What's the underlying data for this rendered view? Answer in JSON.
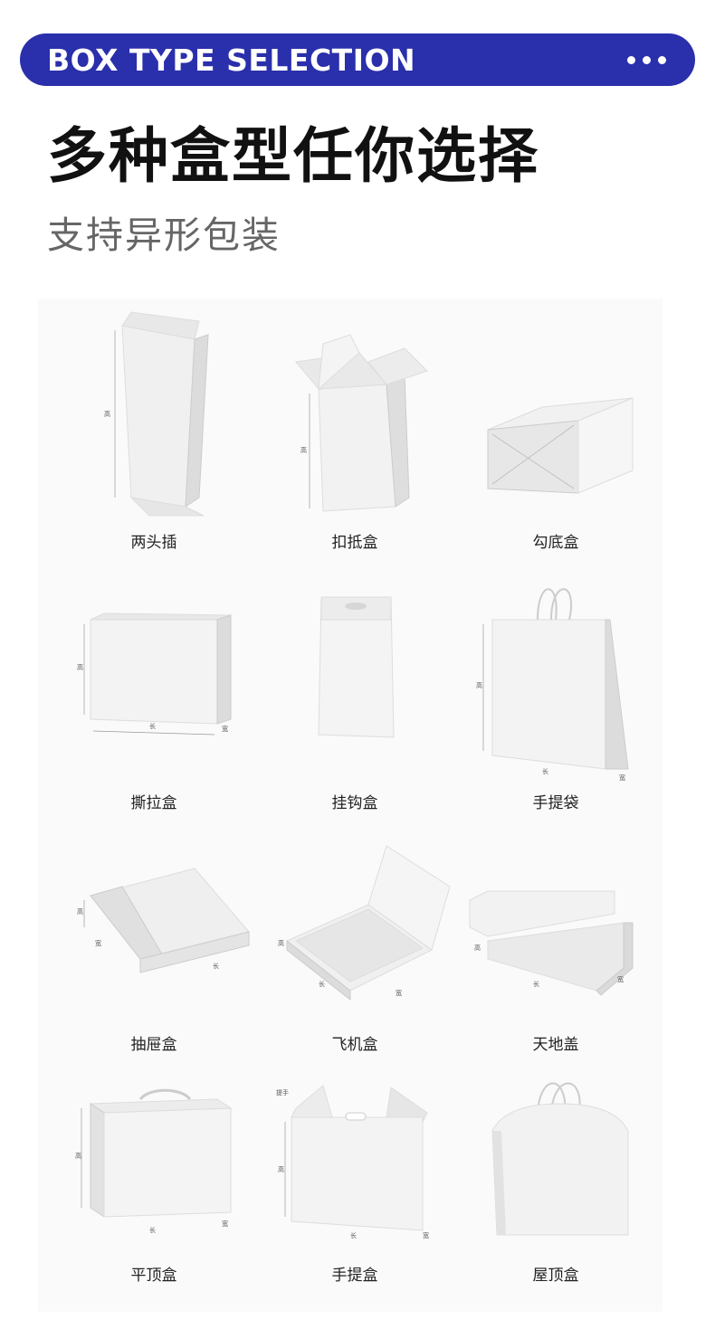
{
  "banner": {
    "title": "BOX TYPE SELECTION",
    "menu_icon": "more-dots-icon",
    "color": "#2a2fab"
  },
  "headline": "多种盒型任你选择",
  "subheadline": "支持异形包装",
  "dimension_labels": {
    "height": "高",
    "length": "长",
    "width": "宽",
    "handle": "提手"
  },
  "box_types": [
    {
      "label": "两头插"
    },
    {
      "label": "扣抵盒"
    },
    {
      "label": "勾底盒"
    },
    {
      "label": "撕拉盒"
    },
    {
      "label": "挂钩盒"
    },
    {
      "label": "手提袋"
    },
    {
      "label": "抽屉盒"
    },
    {
      "label": "飞机盒"
    },
    {
      "label": "天地盖"
    },
    {
      "label": "平顶盒"
    },
    {
      "label": "手提盒"
    },
    {
      "label": "屋顶盒"
    }
  ]
}
